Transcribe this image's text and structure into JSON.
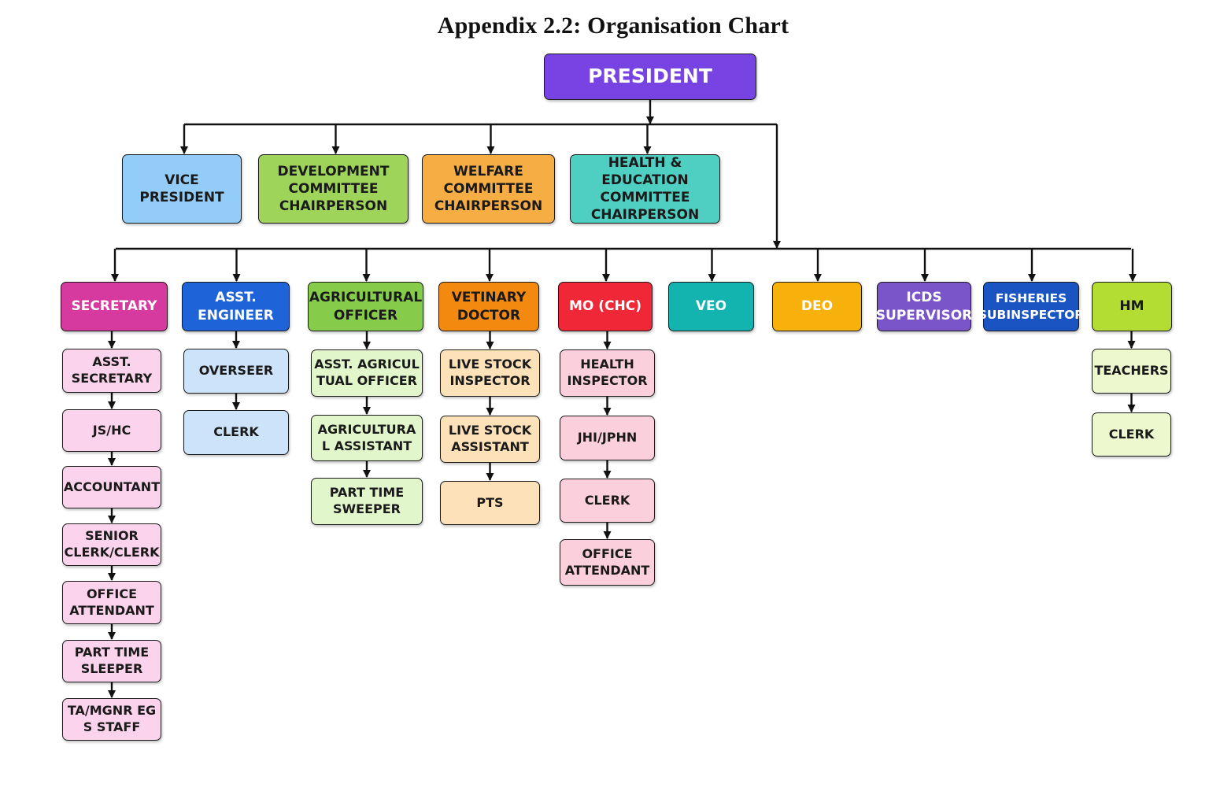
{
  "title": "Appendix 2.2: Organisation Chart",
  "president": {
    "label": "PRESIDENT",
    "color": "#7744e3"
  },
  "committees": [
    {
      "label": "VICE\nPRESIDENT",
      "color": "#93cdf7"
    },
    {
      "label": "DEVELOPMENT\nCOMMITTEE\nCHAIRPERSON",
      "color": "#9fd45a"
    },
    {
      "label": "WELFARE\nCOMMITTEE\nCHAIRPERSON",
      "color": "#f6ae44"
    },
    {
      "label": "HEALTH & EDUCATION\nCOMMITTEE\nCHAIRPERSON",
      "color": "#4fcfc2"
    }
  ],
  "departments": [
    {
      "label": "SECRETARY",
      "color": "#d63a9e",
      "text_color": "#ffffff",
      "sub_color": "#fbd3ec",
      "staff": [
        "ASST.\nSECRETARY",
        "JS/HC",
        "ACCOUNTANT",
        "SENIOR\nCLERK/CLERK",
        "OFFICE\nATTENDANT",
        "PART TIME\nSLEEPER",
        "TA/MGNR EG\nS STAFF"
      ]
    },
    {
      "label": "ASST.\nENGINEER",
      "color": "#1f63d8",
      "text_color": "#ffffff",
      "sub_color": "#cde3fa",
      "staff": [
        "OVERSEER",
        "CLERK"
      ]
    },
    {
      "label": "AGRICULTURAL\nOFFICER",
      "color": "#86cc4a",
      "text_color": "#1a1a1a",
      "sub_color": "#e2f6cc",
      "staff": [
        "ASST. AGRICUL\nTUAL OFFICER",
        "AGRICULTURA\nL ASSISTANT",
        "PART TIME\nSWEEPER"
      ]
    },
    {
      "label": "VETINARY\nDOCTOR",
      "color": "#f4890f",
      "text_color": "#1a1a1a",
      "sub_color": "#fde1b8",
      "staff": [
        "LIVE STOCK\nINSPECTOR",
        "LIVE STOCK\nASSISTANT",
        "PTS"
      ]
    },
    {
      "label": "MO (CHC)",
      "color": "#ef2737",
      "text_color": "#ffffff",
      "sub_color": "#fbd0dc",
      "staff": [
        "HEALTH\nINSPECTOR",
        "JHI/JPHN",
        "CLERK",
        "OFFICE\nATTENDANT"
      ]
    },
    {
      "label": "VEO",
      "color": "#13b4b0",
      "text_color": "#ffffff",
      "sub_color": "#ffffff",
      "staff": []
    },
    {
      "label": "DEO",
      "color": "#f8b10b",
      "text_color": "#ffffff",
      "sub_color": "#ffffff",
      "staff": []
    },
    {
      "label": "ICDS\nSUPERVISOR",
      "color": "#7a55c9",
      "text_color": "#ffffff",
      "sub_color": "#ffffff",
      "staff": []
    },
    {
      "label": "FISHERIES\nSUBINSPECTOR",
      "color": "#1a54c2",
      "text_color": "#ffffff",
      "sub_color": "#ffffff",
      "staff": []
    },
    {
      "label": "HM",
      "color": "#b4dd34",
      "text_color": "#1a1a1a",
      "sub_color": "#eef8cf",
      "staff": [
        "TEACHERS",
        "CLERK"
      ]
    }
  ]
}
